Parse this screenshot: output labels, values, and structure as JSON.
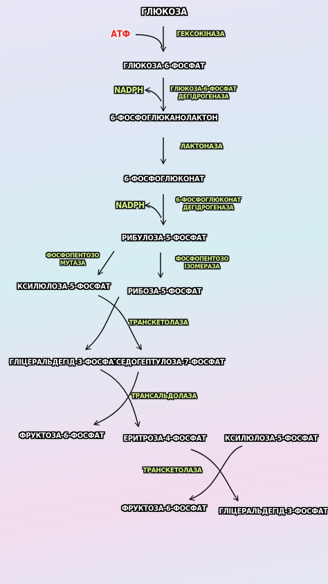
{
  "metabolites": {
    "glucose": "ГЛЮКОЗА",
    "g6p": "ГЛЮКОЗА-6-ФОСФАТ",
    "lactone": "6-ФОСФОГЛЮКАНОЛАКТОН",
    "gluconate": "6-ФОСФОГЛЮКОНАТ",
    "ru5p": "РИБУЛОЗА-5-ФОСФАТ",
    "xu5p_1": "КСИЛЮЛОЗА-5-ФОСФАТ",
    "r5p": "РИБОЗА-5-ФОСФАТ",
    "gap_1": "ГЛІЦЕРАЛЬДЕГІД-3-ФОСФАТ",
    "s7p": "СЕДОГЕПТУЛОЗА-7-ФОСФАТ",
    "f6p_1": "ФРУКТОЗА-6-ФОСФАТ",
    "e4p": "ЕРИТРОЗА-4-ФОСФАТ",
    "xu5p_2": "КСИЛЮЛОЗА-5-ФОСФАТ",
    "f6p_2": "ФРУКТОЗА-6-ФОСФАТ",
    "gap_2": "ГЛІЦЕРАЛЬДЕГІД-3-ФОСФАТ"
  },
  "enzymes": {
    "hexokinase": "ГЕКСОКІНАЗА",
    "g6pdh_1": "ГЛЮКОЗА-6-ФОСФАТ",
    "g6pdh_2": "ДЕГІДРОГЕНАЗА",
    "lactonase": "ЛАКТОНАЗА",
    "pgdh_1": "6-ФОСФОГЛЮКОНАТ",
    "pgdh_2": "ДЕГІДРОГЕНАЗА",
    "mutase_1": "ФОСФОПЕНТОЗО",
    "mutase_2": "МУТАЗА",
    "isomerase_1": "ФОСФОПЕНТОЗО",
    "isomerase_2": "ІЗОМЕРАЗА",
    "transketolase_1": "ТРАНСКЕТОЛАЗА",
    "transaldolase": "ТРАНСАЛЬДОЛАЗА",
    "transketolase_2": "ТРАНСКЕТОЛАЗА"
  },
  "cofactors": {
    "atp": "АТФ",
    "nadph_1": "NADPH",
    "nadph_2": "NADPH"
  }
}
